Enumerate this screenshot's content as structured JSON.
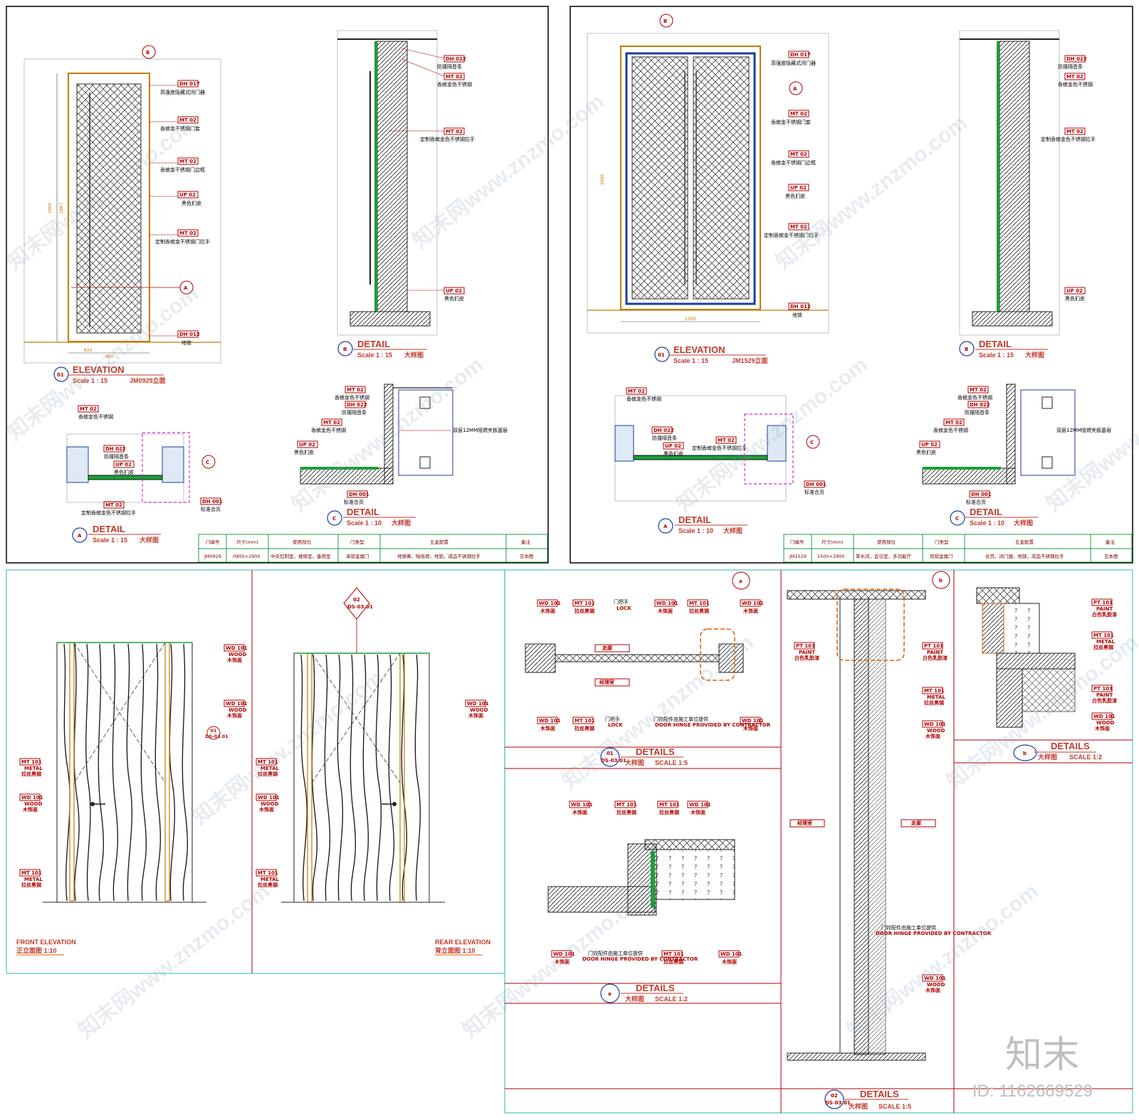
{
  "sheet1": {
    "elevation": {
      "title": "ELEVATION",
      "scale": "Scale 1 : 15",
      "name": "JM0929立面",
      "num": "01"
    },
    "detail_a": {
      "title": "DETAIL",
      "scale": "Scale 1 : 15",
      "name": "大样图",
      "num": "A"
    },
    "detail_b": {
      "title": "DETAIL",
      "scale": "Scale 1 : 15",
      "name": "大样图",
      "num": "B"
    },
    "detail_c": {
      "title": "DETAIL",
      "scale": "Scale 1 : 10",
      "name": "大样图",
      "num": "C"
    },
    "elev_tags": [
      {
        "code": "DH 017",
        "text": "高强度隐藏式闭门器"
      },
      {
        "code": "MT 02",
        "text": "香槟金不锈钢门套"
      },
      {
        "code": "MT 02",
        "text": "香槟金不锈钢门边框"
      },
      {
        "code": "UP 02",
        "text": "黑色扪皮"
      },
      {
        "code": "MT 02",
        "text": "定制香槟金不锈钢门拉手"
      },
      {
        "code": "DH 012",
        "text": "地锁"
      }
    ],
    "b_tags": [
      {
        "code": "DH 022",
        "text": "防撞隔音条"
      },
      {
        "code": "MT 02",
        "text": "香槟金色不锈钢"
      },
      {
        "code": "MT 02",
        "text": "定制香槟金色不锈钢拉手"
      },
      {
        "code": "UP 02",
        "text": "黑色扪皮"
      }
    ],
    "a_tags": [
      {
        "code": "MT 02",
        "text": "香槟金色不锈钢"
      },
      {
        "code": "DH 022",
        "text": "防撞隔音条"
      },
      {
        "code": "UP 02",
        "text": "黑色扪皮"
      },
      {
        "code": "MT 02",
        "text": "定制香槟金色不锈钢拉手"
      },
      {
        "code": "DH 001",
        "text": "标准合页"
      }
    ],
    "c_tags": [
      {
        "code": "MT 02",
        "text": "香槟金色不锈钢"
      },
      {
        "code": "DH 022",
        "text": "防撞隔音条"
      },
      {
        "code": "MT 02",
        "text": "香槟金色不锈钢"
      },
      {
        "code": "UP 02",
        "text": "黑色扪皮"
      },
      {
        "code": "DH 001",
        "text": "标准合页"
      },
      {
        "code": "",
        "text": "双层12MM阻燃夹板基层"
      }
    ],
    "dims": {
      "w1": "824",
      "w2": "900",
      "h1": "2900",
      "h2": "2867"
    },
    "table": {
      "headers": [
        "门编号",
        "尺寸(mm)",
        "使用部位",
        "门类型",
        "五金配置",
        "备注"
      ],
      "row": [
        "JM0929",
        "0900×2900",
        "中央控制室，楼梯室，备用室",
        "单扇金属门",
        "地弹簧，暗插销，地锁，成品不锈钢拉手",
        "见本图"
      ]
    }
  },
  "sheet2": {
    "elevation": {
      "title": "ELEVATION",
      "scale": "Scale 1 : 15",
      "name": "JM1529立面",
      "num": "01"
    },
    "detail_a": {
      "title": "DETAIL",
      "scale": "Scale 1 : 10",
      "name": "大样图",
      "num": "A"
    },
    "detail_b": {
      "title": "DETAIL",
      "scale": "Scale 1 : 15",
      "name": "大样图",
      "num": "B"
    },
    "detail_c": {
      "title": "DETAIL",
      "scale": "Scale 1 : 10",
      "name": "大样图",
      "num": "C"
    },
    "elev_tags": [
      {
        "code": "DH 017",
        "text": "高强度隐藏式闭门器"
      },
      {
        "code": "MT 02",
        "text": "香槟金不锈钢门套"
      },
      {
        "code": "MT 02",
        "text": "香槟金不锈钢门边框"
      },
      {
        "code": "UP 02",
        "text": "黑色扪皮"
      },
      {
        "code": "MT 02",
        "text": "定制香槟金不锈钢门拉手"
      },
      {
        "code": "DH 012",
        "text": "地锁"
      }
    ],
    "dims": {
      "w1": "1500",
      "h1": "2900"
    },
    "table": {
      "headers": [
        "门编号",
        "尺寸(mm)",
        "使用部位",
        "门类型",
        "五金配置",
        "备注"
      ],
      "row": [
        "JM1529",
        "1500×2900",
        "茶水间，会议室，多功能厅",
        "双扇金属门",
        "合页，闭门器，地锁，成品不锈钢拉手",
        "见本图"
      ]
    }
  },
  "sheet3": {
    "front": {
      "en": "FRONT ELEVATION",
      "cn": "正立面图 1:10"
    },
    "rear": {
      "en": "REAR ELEVATION",
      "cn": "背立面图 1:10"
    },
    "tags": [
      {
        "code": "WD 101",
        "en": "WOOD",
        "cn": "木饰面"
      },
      {
        "code": "MT 101",
        "en": "METAL",
        "cn": "拉丝黑钢"
      }
    ],
    "marker1": "01",
    "marker1b": "DS-03.01",
    "marker2": "02",
    "marker2b": "DS-03.01"
  },
  "sheet4": {
    "details01": {
      "title": "DETAILS",
      "cn": "大样图",
      "scale": "SCALE 1:5",
      "num": "01",
      "ref": "DS-03.01"
    },
    "details_a": {
      "title": "DETAILS",
      "cn": "大样图",
      "scale": "SCALE 1:2",
      "num": "a"
    },
    "details_b": {
      "title": "DETAILS",
      "cn": "大样图",
      "scale": "SCALE 1:2",
      "num": "b"
    },
    "details02": {
      "title": "DETAILS",
      "cn": "大样图",
      "scale": "SCALE 1:5",
      "num": "02",
      "ref": "DS-03.01"
    },
    "room1": "走廊",
    "room2": "经理室",
    "lock": "门把手",
    "lock_en": "LOCK",
    "hinge": "门铰配件由施工单位提供",
    "hinge_en": "DOOR HINGE PROVIDED BY CONTRACTOR",
    "paint": {
      "code": "PT 101",
      "en": "PAINT",
      "cn": "白色乳胶漆"
    }
  },
  "watermark": {
    "text": "知末网www.znzmo.com",
    "logo": "知末",
    "id": "ID: 1162669529"
  }
}
